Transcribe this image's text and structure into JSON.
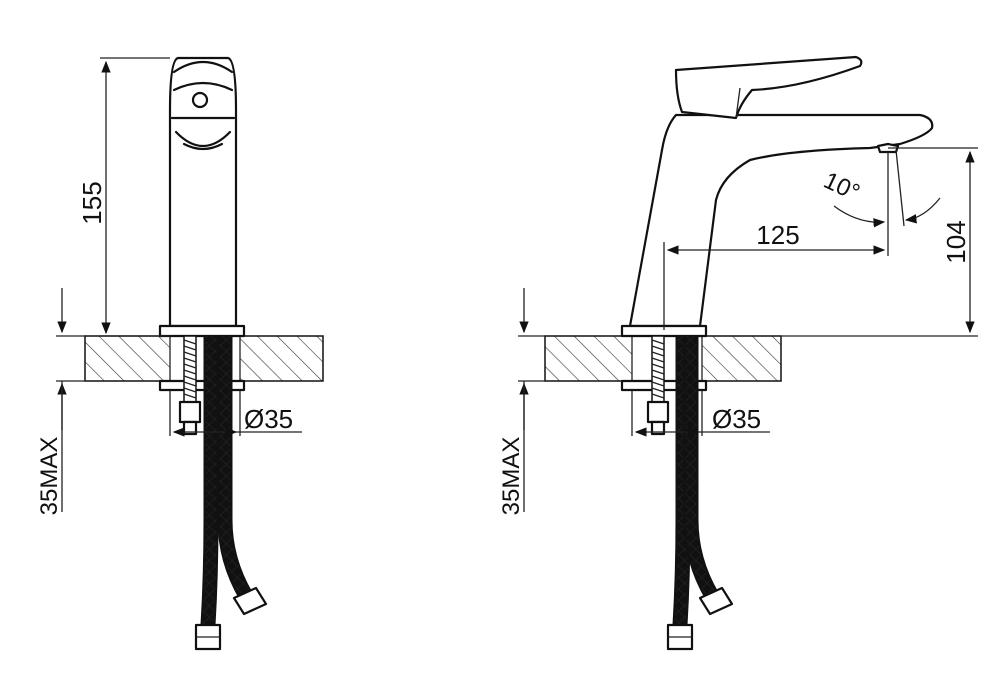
{
  "dimensions": {
    "height": "155",
    "mount_max_left": "35MAX",
    "hole_left": "Ø35",
    "mount_max_right": "35MAX",
    "hole_right": "Ø35",
    "reach": "125",
    "spout_height": "104",
    "angle": "10°"
  },
  "colors": {
    "line": "#111111",
    "background": "#ffffff",
    "hatch": "#333333"
  }
}
